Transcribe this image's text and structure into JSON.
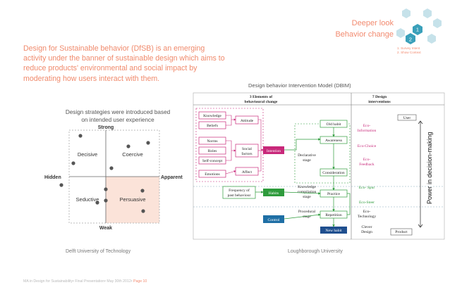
{
  "nav": {
    "title_line1": "Deeper look",
    "title_line2": "Behavior change",
    "hex_numbers": [
      "1",
      "2"
    ],
    "legend_line1": "1. Survey Intent",
    "legend_line2": "2. Show Context",
    "active_color": "#3aa0ba",
    "inactive_color": "#bfdfe8"
  },
  "intro": {
    "text": "Design for Sustainable behavior (DfSB) is an emerging activity under the banner of sustainable design which aims to reduce products' environmental and social impact by moderating how users interact with them."
  },
  "matrix": {
    "caption_line1": "Design strategies were introduced based",
    "caption_line2": "on intended user experience",
    "axis_top": "Strong",
    "axis_bottom": "Weak",
    "axis_left": "Hidden",
    "axis_right": "Apparent",
    "q_decisive": "Decisive",
    "q_coercive": "Coercive",
    "q_seductive": "Seductive",
    "q_persuasive": "Persuasive",
    "highlight_color": "#fbe3d9",
    "source": "Delft University of Technology"
  },
  "dbim": {
    "caption": "Design behavior Intervention Model (DBIM)",
    "h_elements_line1": "3 Elements of",
    "h_elements_line2": "behavioural change",
    "h_design_line1": "7 Design",
    "h_design_line2": "interventions",
    "knowledge": "Knowledge",
    "beliefs": "Beliefs",
    "attitude": "Attitude",
    "norms": "Norms",
    "roles": "Roles",
    "self_concept": "Self-concept",
    "social_factors_line1": "Social",
    "social_factors_line2": "factors",
    "emotions": "Emotions",
    "affect": "Affect",
    "intention": "Intention",
    "old_habit": "Old habit",
    "awareness": "Awareness",
    "declarative_line1": "Declarative",
    "declarative_line2": "stage",
    "consideration": "Consideration",
    "frequency_line1": "Frequency of",
    "frequency_line2": "past behaviour",
    "habits": "Habits",
    "knowledge_comp_line1": "Knowledge",
    "knowledge_comp_line2": "compilation",
    "knowledge_comp_line3": "stage",
    "practice": "Practice",
    "procedural_line1": "Procedural",
    "procedural_line2": "stage",
    "repetition": "Repetition",
    "control": "Control",
    "new_habit": "New habit",
    "user": "User",
    "eco_information_line1": "Eco-",
    "eco_information_line2": "Information",
    "eco_choice": "Eco-Choice",
    "eco_feedback_line1": "Eco-",
    "eco_feedback_line2": "Feedback",
    "eco_spur": "Eco- Spur",
    "eco_steer": "Eco-Steer",
    "eco_technology_line1": "Eco-",
    "eco_technology_line2": "Technology",
    "clever_design_line1": "Clever",
    "clever_design_line2": "Design",
    "product": "Product",
    "power_label": "Power in decision-making",
    "source": "Loughborough University"
  },
  "footer": {
    "text": "MA in Design for Sustainability• Final Presentation• May 30th 2012•",
    "page": "Page 10"
  }
}
